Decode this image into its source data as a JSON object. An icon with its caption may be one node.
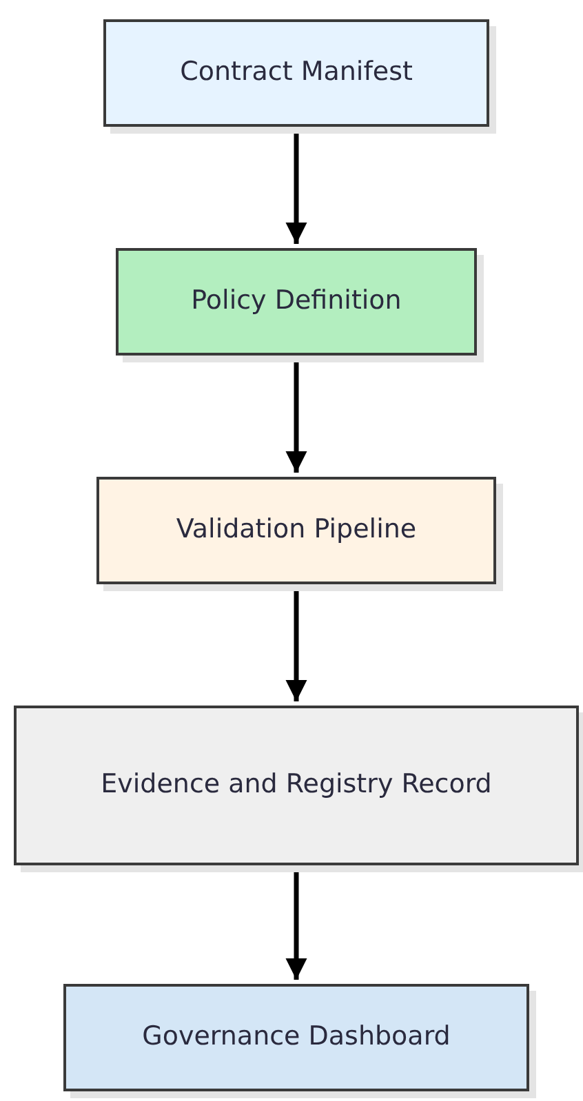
{
  "diagram": {
    "nodes": [
      {
        "text": [
          "Contract Manifest"
        ]
      },
      {
        "text": [
          "Policy Definition"
        ]
      },
      {
        "text": [
          "Validation Pipeline"
        ]
      },
      {
        "text": [
          "Evidence and Registry Record"
        ]
      },
      {
        "text": [
          "Governance Dashboard"
        ]
      }
    ],
    "edges": [
      {
        "from": 0,
        "to": 1,
        "arrow": "to"
      },
      {
        "from": 1,
        "to": 2,
        "arrow": "to"
      },
      {
        "from": 2,
        "to": 3,
        "arrow": "to"
      },
      {
        "from": 3,
        "to": 4,
        "arrow": "to"
      }
    ]
  }
}
